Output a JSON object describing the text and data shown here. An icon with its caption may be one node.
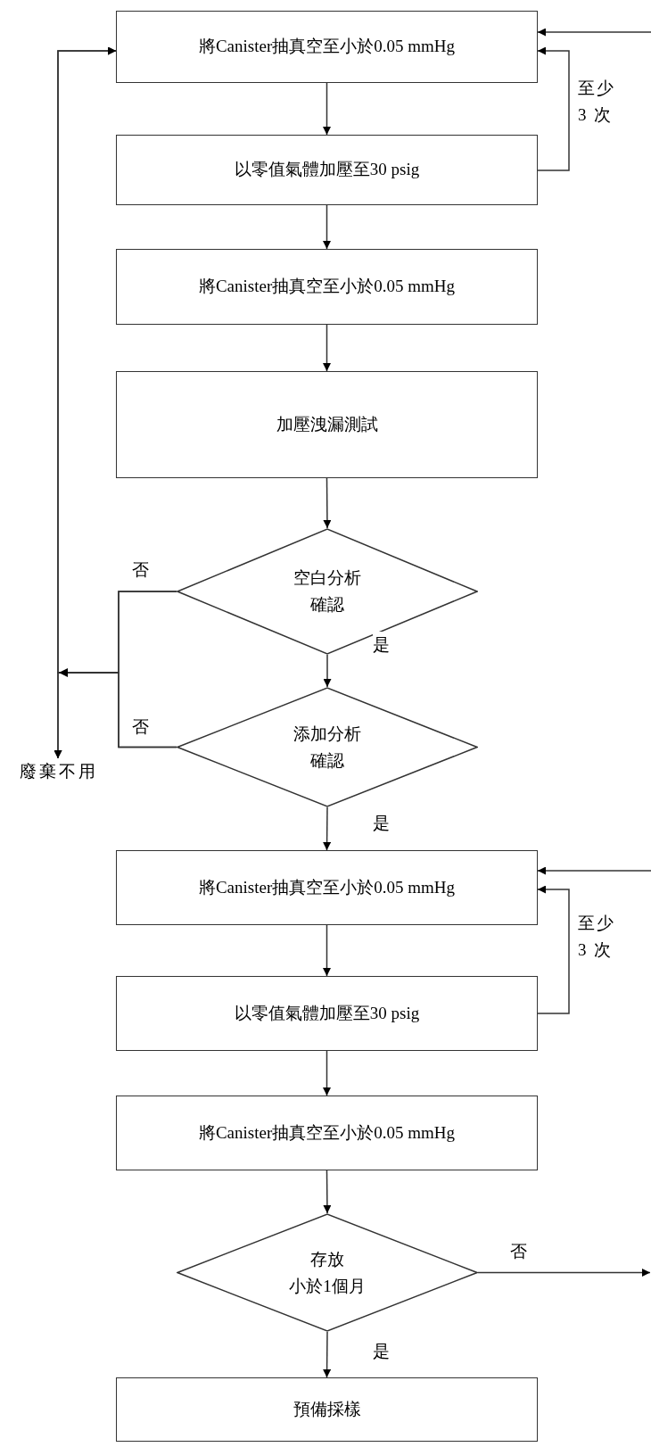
{
  "diagram": {
    "nodes": [
      {
        "text": [
          "將Canister抽真空至小於0.05 mmHg"
        ]
      },
      {
        "text": [
          "以零值氣體加壓至30 psig"
        ]
      },
      {
        "text": [
          "將Canister抽真空至小於0.05 mmHg"
        ]
      },
      {
        "text": [
          "加壓洩漏測試"
        ]
      },
      {
        "text": [
          "空白分析",
          "確認"
        ]
      },
      {
        "text": [
          "添加分析",
          "確認"
        ]
      },
      {
        "text": [
          "將Canister抽真空至小於0.05 mmHg"
        ]
      },
      {
        "text": [
          "以零值氣體加壓至30 psig"
        ]
      },
      {
        "text": [
          "將Canister抽真空至小於0.05 mmHg"
        ]
      },
      {
        "text": [
          "存放",
          "小於1個月"
        ]
      },
      {
        "text": [
          "預備採樣"
        ]
      },
      {
        "text": [
          "廢棄不用"
        ]
      }
    ],
    "edges": [
      {
        "from": 0,
        "to": 1,
        "arrow": "to"
      },
      {
        "from": 1,
        "to": 0,
        "arrow": "to",
        "label": "至少3 次"
      },
      {
        "from": 1,
        "to": 2,
        "arrow": "to"
      },
      {
        "from": 2,
        "to": 3,
        "arrow": "to"
      },
      {
        "from": 3,
        "to": 4,
        "arrow": "to"
      },
      {
        "from": 4,
        "to": 5,
        "arrow": "to",
        "label": "是"
      },
      {
        "from": 4,
        "to": 0,
        "arrow": "to"
      },
      {
        "from": 4,
        "to": 11,
        "arrow": "to",
        "label": "否"
      },
      {
        "from": 5,
        "to": 0,
        "arrow": "to"
      },
      {
        "from": 5,
        "to": 11,
        "arrow": "to",
        "label": "否"
      },
      {
        "from": 5,
        "to": 6,
        "arrow": "to",
        "label": "是"
      },
      {
        "from": 6,
        "to": 7,
        "arrow": "to"
      },
      {
        "from": 7,
        "to": 6,
        "arrow": "to",
        "label": "至少3 次"
      },
      {
        "from": 7,
        "to": 8,
        "arrow": "to"
      },
      {
        "from": 8,
        "to": 9,
        "arrow": "to"
      },
      {
        "from": 9,
        "to": 10,
        "arrow": "to",
        "label": "是"
      },
      {
        "from": 9,
        "to": null,
        "arrow": "to",
        "label": "否"
      },
      {
        "from": null,
        "to": 0,
        "arrow": "to"
      },
      {
        "from": null,
        "to": 6,
        "arrow": "to"
      }
    ]
  }
}
